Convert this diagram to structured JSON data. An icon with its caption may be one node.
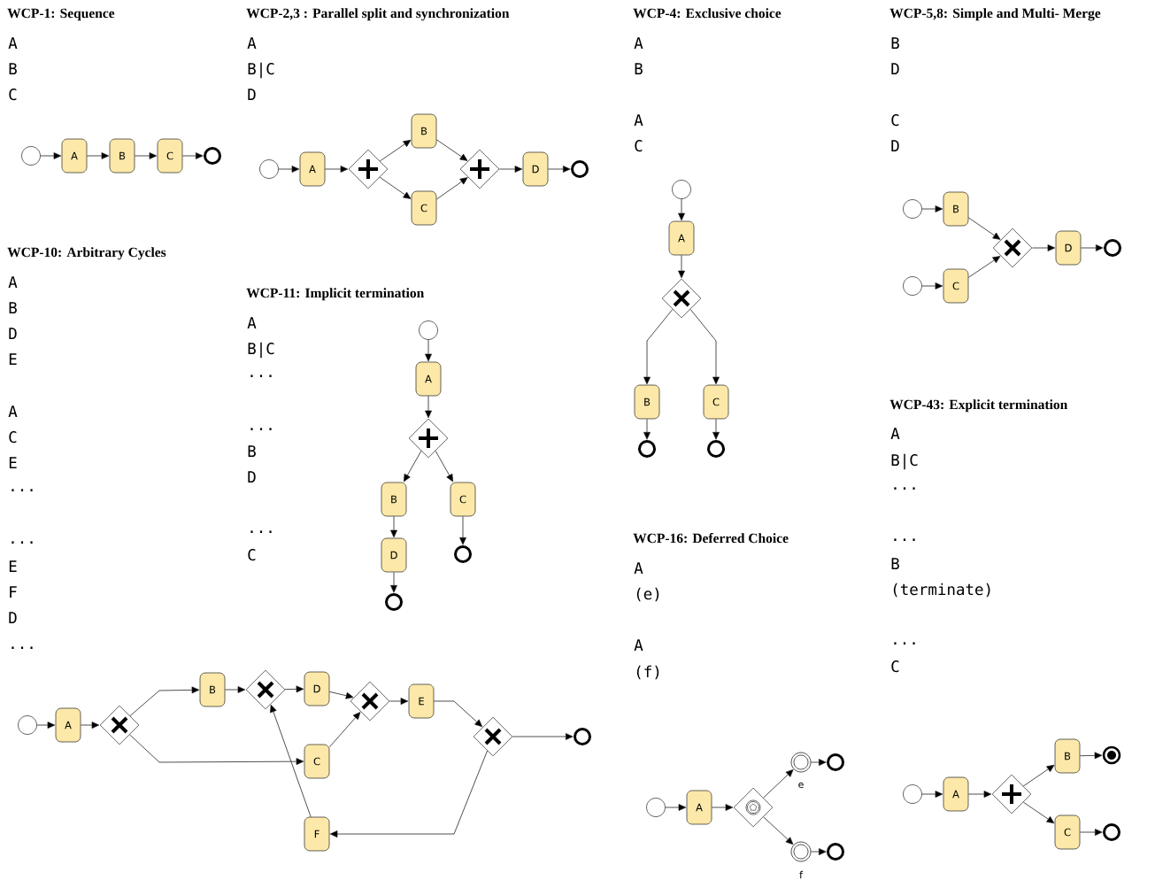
{
  "diagram": {
    "nodes": [
      {
        "text": [],
        "shape": "circle"
      },
      {
        "text": [
          "A"
        ]
      },
      {
        "text": [
          "B"
        ]
      },
      {
        "text": [
          "C"
        ]
      },
      {
        "text": [],
        "shape": "circle"
      },
      {
        "text": [],
        "shape": "circle"
      },
      {
        "text": [
          "A"
        ]
      },
      {
        "text": [],
        "shape": "diamond"
      },
      {
        "text": [
          "B"
        ]
      },
      {
        "text": [
          "C"
        ]
      },
      {
        "text": [],
        "shape": "diamond"
      },
      {
        "text": [
          "D"
        ]
      },
      {
        "text": [],
        "shape": "circle"
      },
      {
        "text": [],
        "shape": "circle"
      },
      {
        "text": [
          "A"
        ]
      },
      {
        "text": [],
        "shape": "diamond"
      },
      {
        "text": [
          "B"
        ]
      },
      {
        "text": [
          "C"
        ]
      },
      {
        "text": [],
        "shape": "circle"
      },
      {
        "text": [],
        "shape": "circle"
      },
      {
        "text": [],
        "shape": "circle"
      },
      {
        "text": [
          "B"
        ]
      },
      {
        "text": [],
        "shape": "circle"
      },
      {
        "text": [
          "C"
        ]
      },
      {
        "text": [],
        "shape": "diamond"
      },
      {
        "text": [
          "D"
        ]
      },
      {
        "text": [],
        "shape": "circle"
      },
      {
        "text": [],
        "shape": "circle"
      },
      {
        "text": [
          "A"
        ]
      },
      {
        "text": [],
        "shape": "diamond"
      },
      {
        "text": [
          "B"
        ]
      },
      {
        "text": [],
        "shape": "diamond"
      },
      {
        "text": [
          "D"
        ]
      },
      {
        "text": [
          "C"
        ]
      },
      {
        "text": [],
        "shape": "diamond"
      },
      {
        "text": [
          "E"
        ]
      },
      {
        "text": [],
        "shape": "diamond"
      },
      {
        "text": [],
        "shape": "circle"
      },
      {
        "text": [
          "F"
        ]
      },
      {
        "text": [],
        "shape": "circle"
      },
      {
        "text": [
          "A"
        ]
      },
      {
        "text": [],
        "shape": "diamond"
      },
      {
        "text": [
          "B"
        ]
      },
      {
        "text": [
          "C"
        ]
      },
      {
        "text": [
          "D"
        ]
      },
      {
        "text": [],
        "shape": "circle"
      },
      {
        "text": [],
        "shape": "circle"
      },
      {
        "text": [],
        "shape": "circle"
      },
      {
        "text": [
          "A"
        ]
      },
      {
        "text": [],
        "shape": "diamond"
      },
      {
        "text": [],
        "shape": "circle",
        "beside": [
          "e"
        ]
      },
      {
        "text": [],
        "shape": "circle"
      },
      {
        "text": [],
        "shape": "circle",
        "beside": [
          "f"
        ]
      },
      {
        "text": [],
        "shape": "circle"
      },
      {
        "text": [],
        "shape": "circle"
      },
      {
        "text": [
          "A"
        ]
      },
      {
        "text": [],
        "shape": "diamond"
      },
      {
        "text": [
          "B"
        ]
      },
      {
        "text": [
          "C"
        ]
      },
      {
        "text": [],
        "shape": "circle"
      },
      {
        "text": [],
        "shape": "circle"
      }
    ],
    "edges": [
      {
        "from": 0,
        "to": 1,
        "arrow": "to"
      },
      {
        "from": 1,
        "to": 2,
        "arrow": "to"
      },
      {
        "from": 2,
        "to": 3,
        "arrow": "to"
      },
      {
        "from": 3,
        "to": 4,
        "arrow": "to"
      },
      {
        "from": 5,
        "to": 6,
        "arrow": "to"
      },
      {
        "from": 6,
        "to": 7,
        "arrow": "to"
      },
      {
        "from": 7,
        "to": 8,
        "arrow": "to"
      },
      {
        "from": 7,
        "to": 9,
        "arrow": "to"
      },
      {
        "from": 8,
        "to": 10,
        "arrow": "to"
      },
      {
        "from": 9,
        "to": 10,
        "arrow": "to"
      },
      {
        "from": 10,
        "to": 11,
        "arrow": "to"
      },
      {
        "from": 11,
        "to": 12,
        "arrow": "to"
      },
      {
        "from": 13,
        "to": 14,
        "arrow": "to"
      },
      {
        "from": 14,
        "to": 15,
        "arrow": "to"
      },
      {
        "from": 15,
        "to": 16,
        "arrow": "to"
      },
      {
        "from": 15,
        "to": 17,
        "arrow": "to"
      },
      {
        "from": 16,
        "to": 18,
        "arrow": "to"
      },
      {
        "from": 17,
        "to": 19,
        "arrow": "to"
      },
      {
        "from": 20,
        "to": 21,
        "arrow": "to"
      },
      {
        "from": 22,
        "to": 23,
        "arrow": "to"
      },
      {
        "from": 21,
        "to": 24,
        "arrow": "to"
      },
      {
        "from": 23,
        "to": 24,
        "arrow": "to"
      },
      {
        "from": 24,
        "to": 25,
        "arrow": "to"
      },
      {
        "from": 25,
        "to": 26,
        "arrow": "to"
      },
      {
        "from": 27,
        "to": 28,
        "arrow": "to"
      },
      {
        "from": 28,
        "to": 29,
        "arrow": "to"
      },
      {
        "from": 29,
        "to": 30,
        "arrow": "to"
      },
      {
        "from": 29,
        "to": 33,
        "arrow": "to"
      },
      {
        "from": 30,
        "to": 31,
        "arrow": "to"
      },
      {
        "from": 31,
        "to": 32,
        "arrow": "to"
      },
      {
        "from": 32,
        "to": 34,
        "arrow": "to"
      },
      {
        "from": 33,
        "to": 34,
        "arrow": "to"
      },
      {
        "from": 34,
        "to": 35,
        "arrow": "to"
      },
      {
        "from": 35,
        "to": 36,
        "arrow": "to"
      },
      {
        "from": 36,
        "to": 37,
        "arrow": "to"
      },
      {
        "from": 36,
        "to": 38,
        "arrow": "to"
      },
      {
        "from": 38,
        "to": 31,
        "arrow": "to"
      },
      {
        "from": 39,
        "to": 40,
        "arrow": "to"
      },
      {
        "from": 40,
        "to": 41,
        "arrow": "to"
      },
      {
        "from": 41,
        "to": 42,
        "arrow": "to"
      },
      {
        "from": 41,
        "to": 43,
        "arrow": "to"
      },
      {
        "from": 42,
        "to": 44,
        "arrow": "to"
      },
      {
        "from": 43,
        "to": 45,
        "arrow": "to"
      },
      {
        "from": 44,
        "to": 46,
        "arrow": "to"
      },
      {
        "from": 47,
        "to": 48,
        "arrow": "to"
      },
      {
        "from": 48,
        "to": 49,
        "arrow": "to"
      },
      {
        "from": 49,
        "to": 50,
        "arrow": "to"
      },
      {
        "from": 49,
        "to": 52,
        "arrow": "to"
      },
      {
        "from": 50,
        "to": 51,
        "arrow": "to"
      },
      {
        "from": 52,
        "to": 53,
        "arrow": "to"
      },
      {
        "from": 54,
        "to": 55,
        "arrow": "to"
      },
      {
        "from": 55,
        "to": 56,
        "arrow": "to"
      },
      {
        "from": 56,
        "to": 57,
        "arrow": "to"
      },
      {
        "from": 56,
        "to": 58,
        "arrow": "to"
      },
      {
        "from": 57,
        "to": 59,
        "arrow": "to"
      },
      {
        "from": 58,
        "to": 60,
        "arrow": "to"
      }
    ],
    "labels": [
      "WCP-1: Sequence",
      "A",
      "B",
      "C",
      "WCP-2,3 : Parallel split and synchronization",
      "A",
      "B|C",
      "D",
      "WCP-4: Exclusive choice",
      "A",
      "B",
      "A",
      "C",
      "WCP-5,8: Simple and Multi- Merge",
      "B",
      "D",
      "C",
      "D",
      "WCP-10: Arbitrary Cycles",
      "A",
      "B",
      "D",
      "E",
      "A",
      "C",
      "E",
      "...",
      "...",
      "E",
      "F",
      "D",
      "...",
      "WCP-11: Implicit termination",
      "A",
      "B|C",
      "...",
      "...",
      "B",
      "D",
      "...",
      "C",
      "WCP-16: Deferred Choice",
      "A",
      "(e)",
      "A",
      "(f)",
      "WCP-43: Explicit termination",
      "A",
      "B|C",
      "...",
      "...",
      "B",
      "(terminate)",
      "...",
      "C"
    ]
  }
}
